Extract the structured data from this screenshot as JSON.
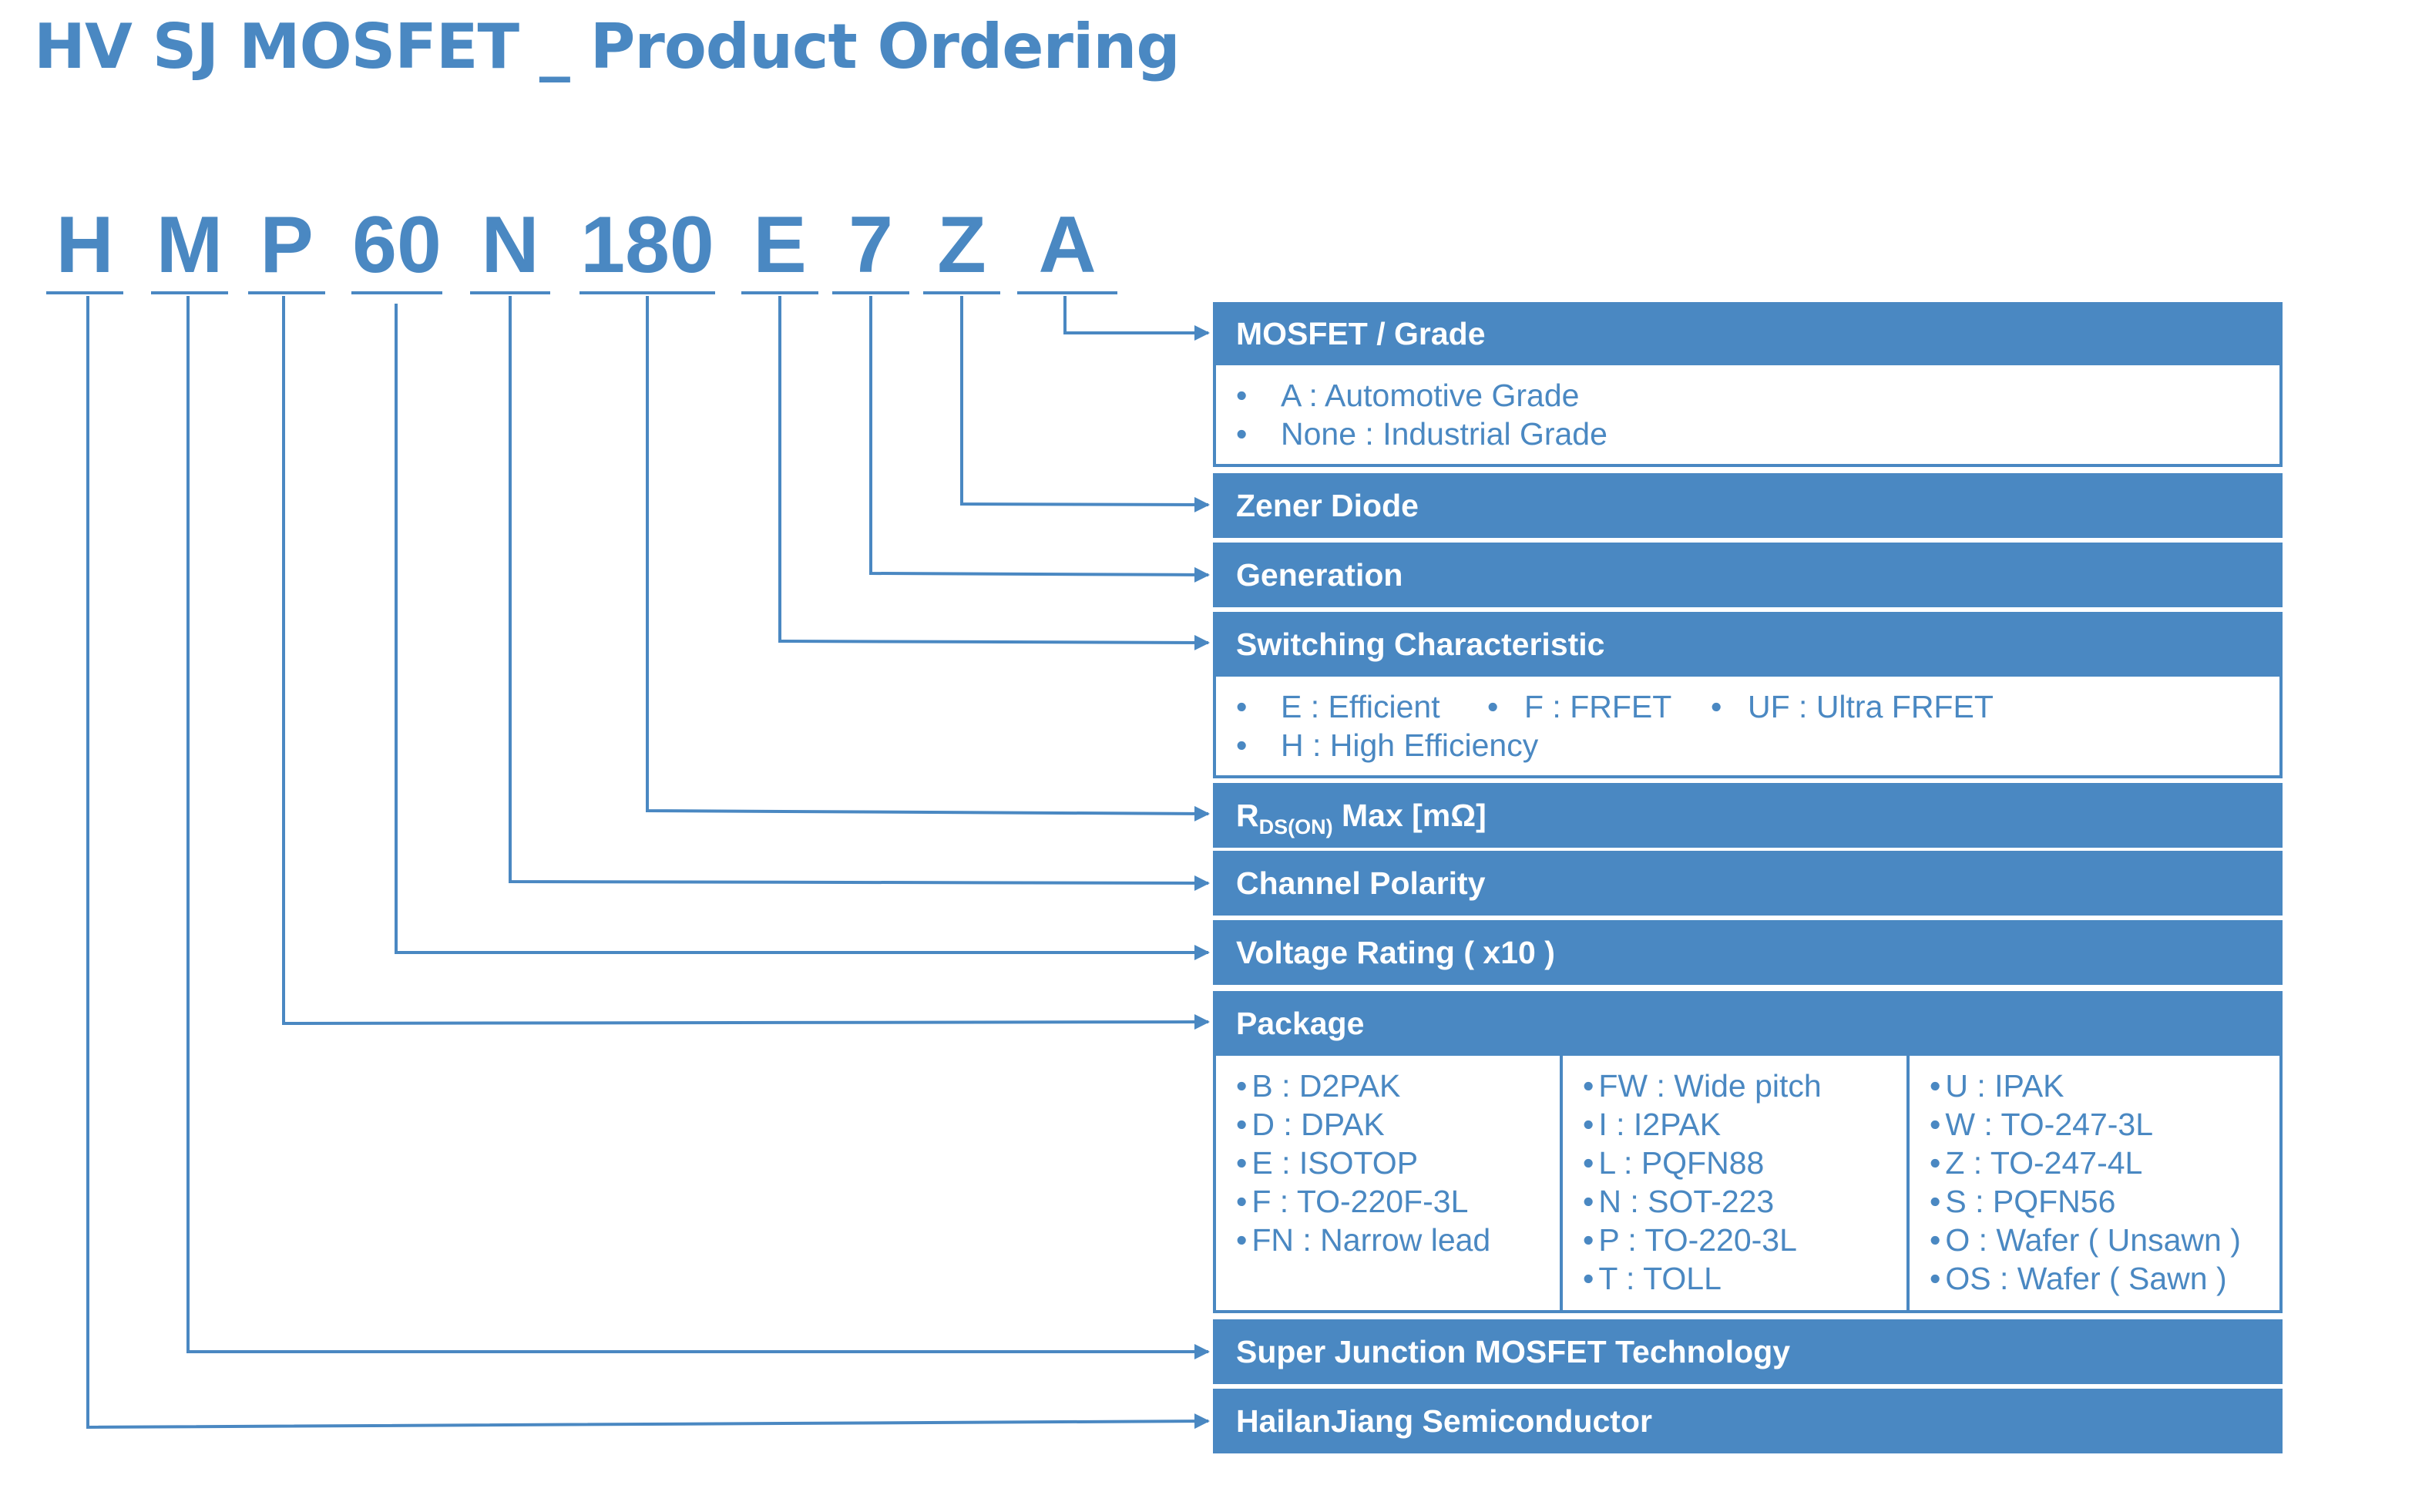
{
  "title": "HV SJ MOSFET _ Product Ordering",
  "code": [
    "H",
    "M",
    "P",
    "60",
    "N",
    "180",
    "E",
    "7",
    "Z",
    "A"
  ],
  "sections": {
    "grade": {
      "label": "MOSFET / Grade",
      "items": [
        "A : Automotive Grade",
        "None : Industrial Grade"
      ]
    },
    "zener": {
      "label": "Zener Diode"
    },
    "generation": {
      "label": "Generation"
    },
    "switching": {
      "label": "Switching Characteristic",
      "items": [
        "E : Efficient",
        "F : FRFET",
        "UF : Ultra FRFET",
        "H : High Efficiency"
      ]
    },
    "rds": {
      "label_main": "R",
      "label_sub": "DS(ON)",
      "label_rest": " Max [mΩ]"
    },
    "channel": {
      "label": "Channel Polarity"
    },
    "voltage": {
      "label": "Voltage Rating ( x10 )"
    },
    "package": {
      "label": "Package",
      "col1": [
        "B : D2PAK",
        "D : DPAK",
        "E : ISOTOP",
        "F : TO-220F-3L",
        "FN : Narrow lead"
      ],
      "col2": [
        "FW : Wide pitch",
        "I : I2PAK",
        "L : PQFN88",
        "N : SOT-223",
        "P : TO-220-3L",
        "T : TOLL"
      ],
      "col3": [
        "U : IPAK",
        "W : TO-247-3L",
        "Z : TO-247-4L",
        "S : PQFN56",
        "O : Wafer ( Unsawn )",
        "OS : Wafer ( Sawn )"
      ]
    },
    "technology": {
      "label": "Super Junction MOSFET Technology"
    },
    "maker": {
      "label": "HailanJiang Semiconductor"
    }
  },
  "bullet": "•",
  "colors": {
    "accent": "#4a88c2",
    "background": "#ffffff",
    "text_on_accent": "#ffffff"
  }
}
